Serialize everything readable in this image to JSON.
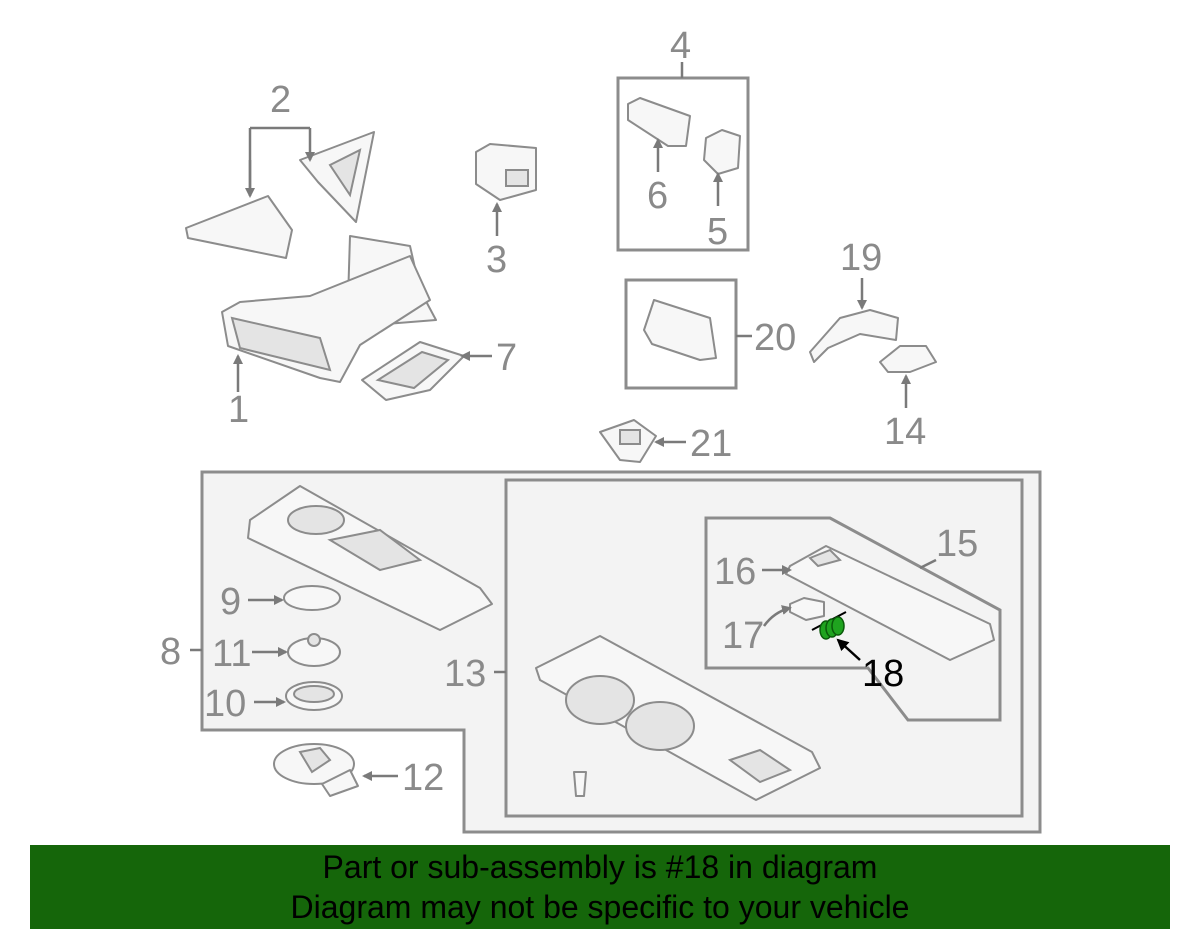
{
  "callouts": {
    "c1": "1",
    "c2": "2",
    "c3": "3",
    "c4": "4",
    "c5": "5",
    "c6": "6",
    "c7": "7",
    "c8": "8",
    "c9": "9",
    "c10": "10",
    "c11": "11",
    "c12": "12",
    "c13": "13",
    "c14": "14",
    "c15": "15",
    "c16": "16",
    "c17": "17",
    "c18": "18",
    "c19": "19",
    "c20": "20",
    "c21": "21"
  },
  "highlight_part": "18",
  "banner": {
    "line1": "Part or sub-assembly is #18 in diagram",
    "line2": "Diagram may not be specific to your vehicle",
    "background_color": "#15660a"
  },
  "colors": {
    "line_gray": "#8c8c8c",
    "highlight_part": "#1fa31f"
  }
}
